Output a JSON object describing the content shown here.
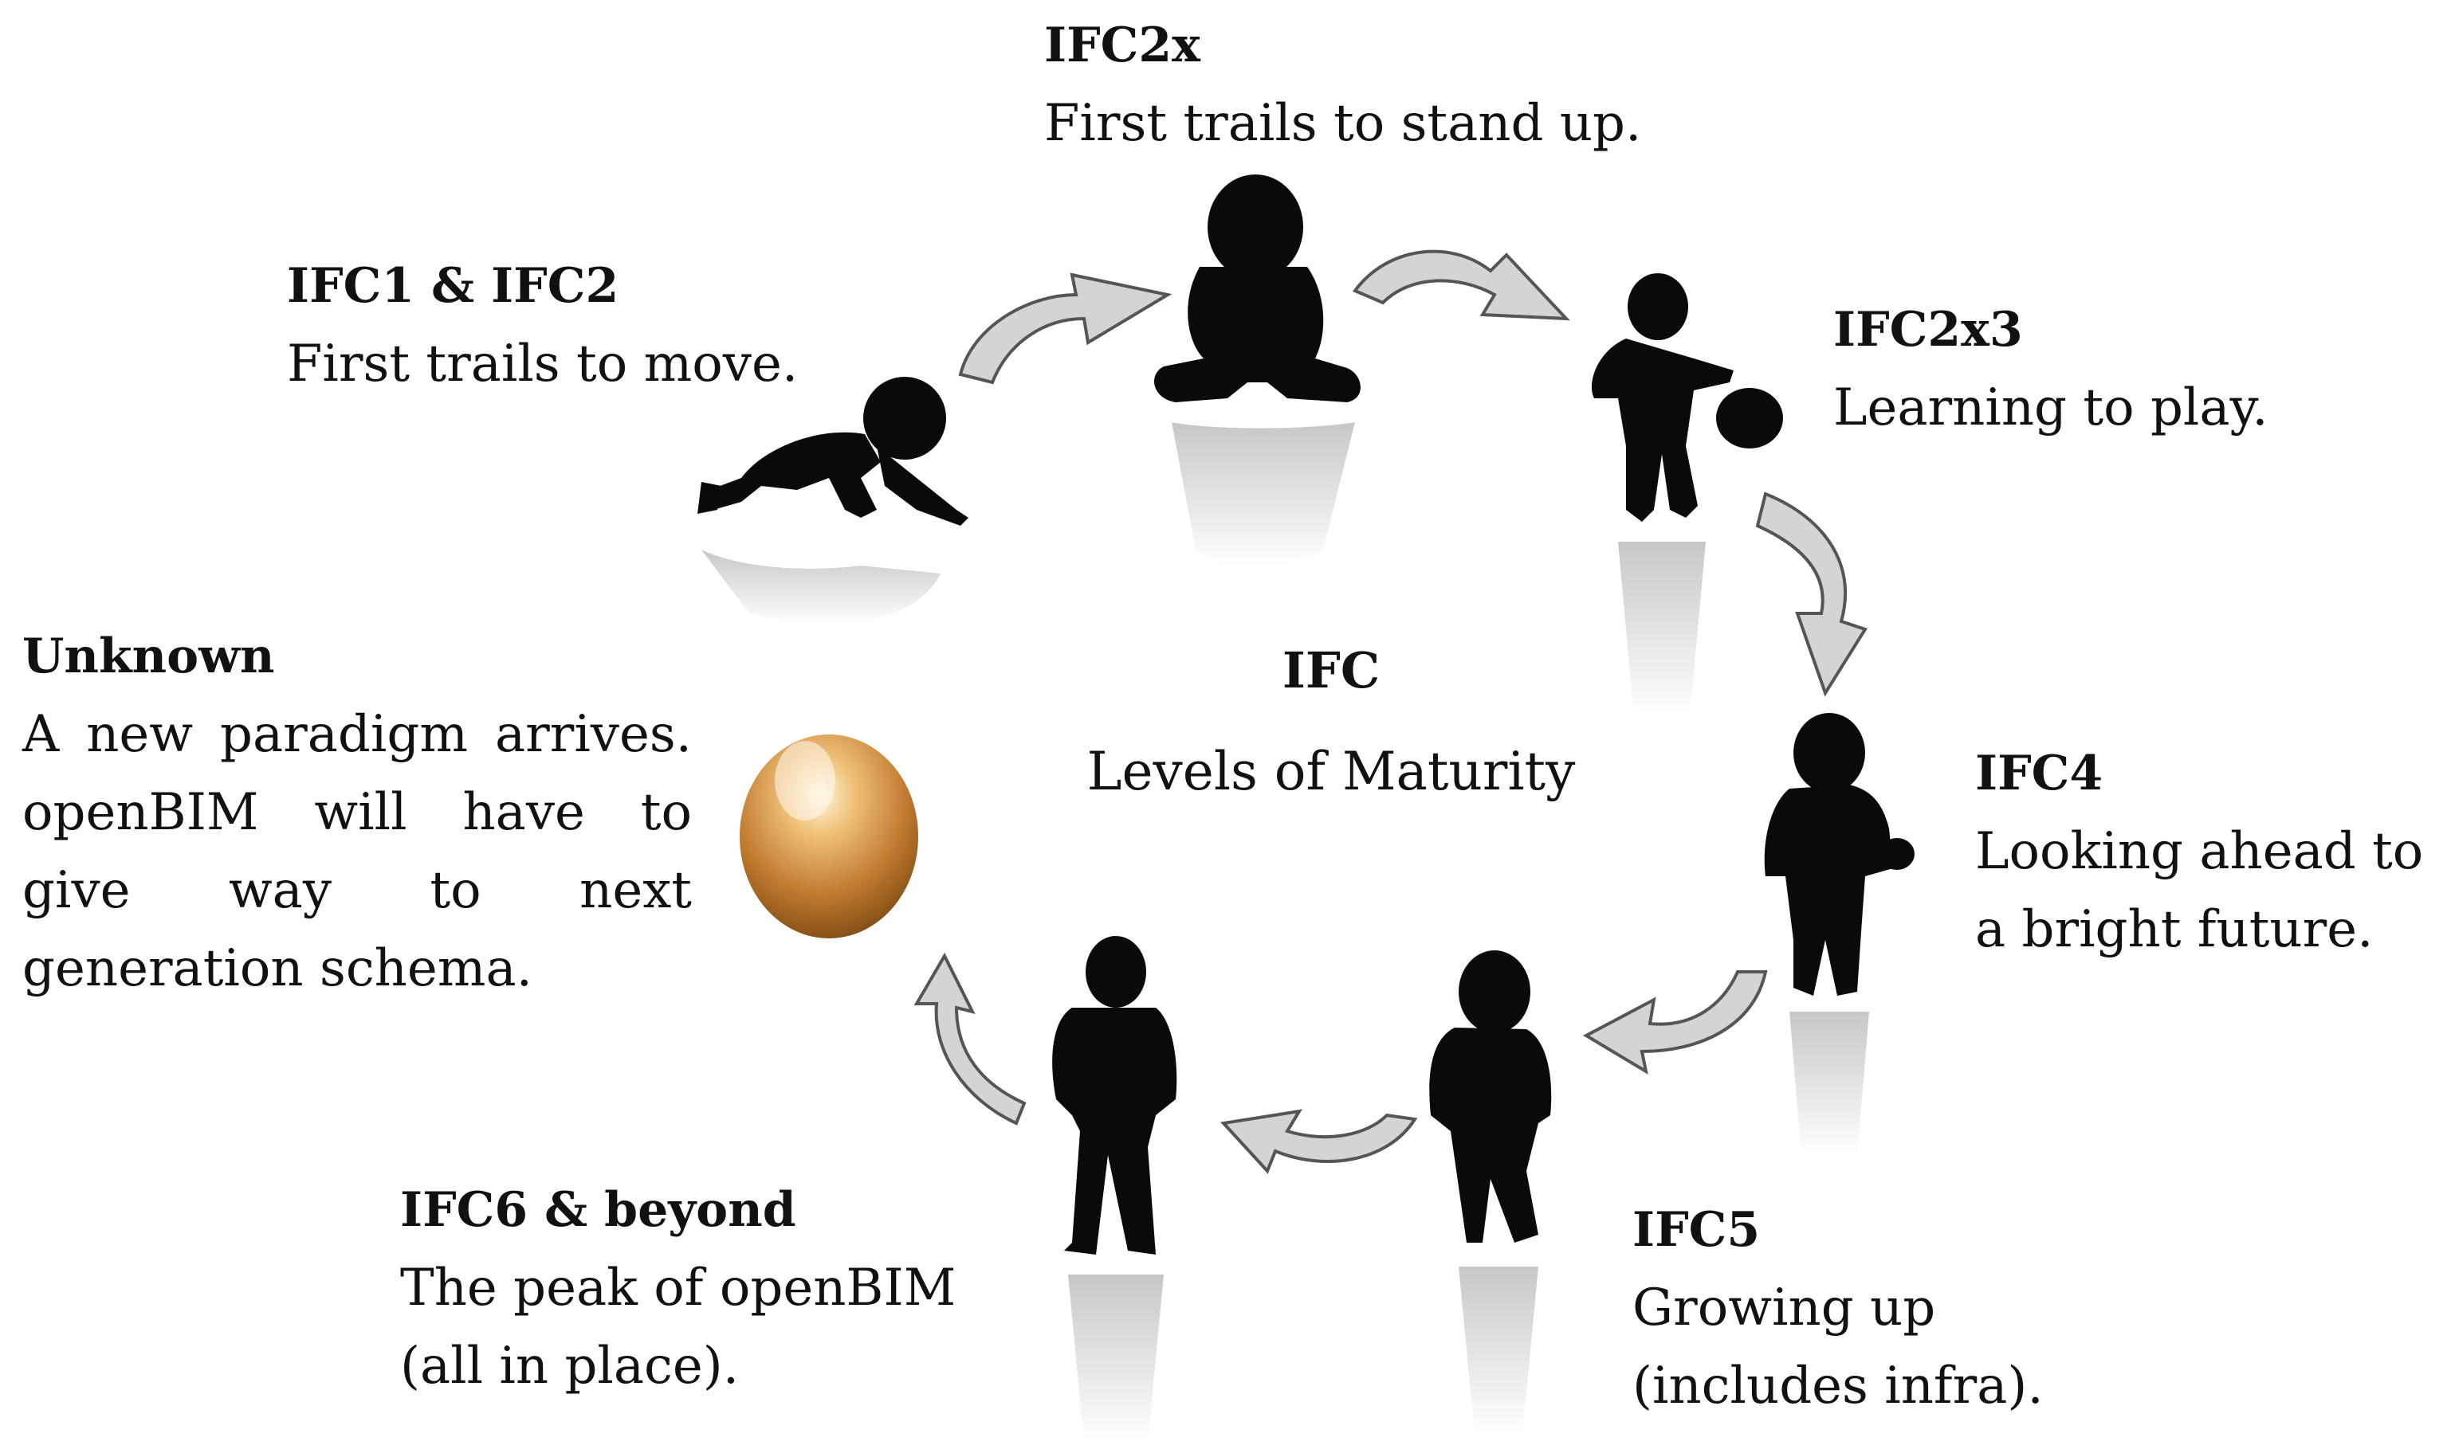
{
  "center": {
    "title": "IFC",
    "subtitle": "Levels of Maturity"
  },
  "stages": [
    {
      "title": "IFC1 & IFC2",
      "description": "First trails to move.",
      "figure": "crawling-baby-silhouette"
    },
    {
      "title": "IFC2x",
      "description": "First trails to stand up.",
      "figure": "sitting-baby-silhouette"
    },
    {
      "title": "IFC2x3",
      "description": "Learning to play.",
      "figure": "toddler-with-ball-silhouette"
    },
    {
      "title": "IFC4",
      "description": "Looking ahead to a bright future.",
      "description_lines": [
        "Looking ahead to",
        "a bright future."
      ],
      "figure": "child-with-ball-silhouette"
    },
    {
      "title": "IFC5",
      "description": "Growing up (includes infra).",
      "description_lines": [
        "Growing up",
        "(includes infra)."
      ],
      "figure": "boy-silhouette"
    },
    {
      "title": "IFC6 & beyond",
      "description": "The peak of openBIM (all in place).",
      "description_lines": [
        "The peak of openBIM",
        "(all in place)."
      ],
      "figure": "man-silhouette"
    },
    {
      "title": "Unknown",
      "description": "A new paradigm arrives. openBIM will have to give way to next generation schema.",
      "figure": "golden-egg"
    }
  ],
  "colors": {
    "silhouette": "#0a0a0a",
    "arrow_fill": "#d4d4d4",
    "arrow_stroke": "#555555",
    "egg": "#c98a3c",
    "text": "#111111"
  }
}
